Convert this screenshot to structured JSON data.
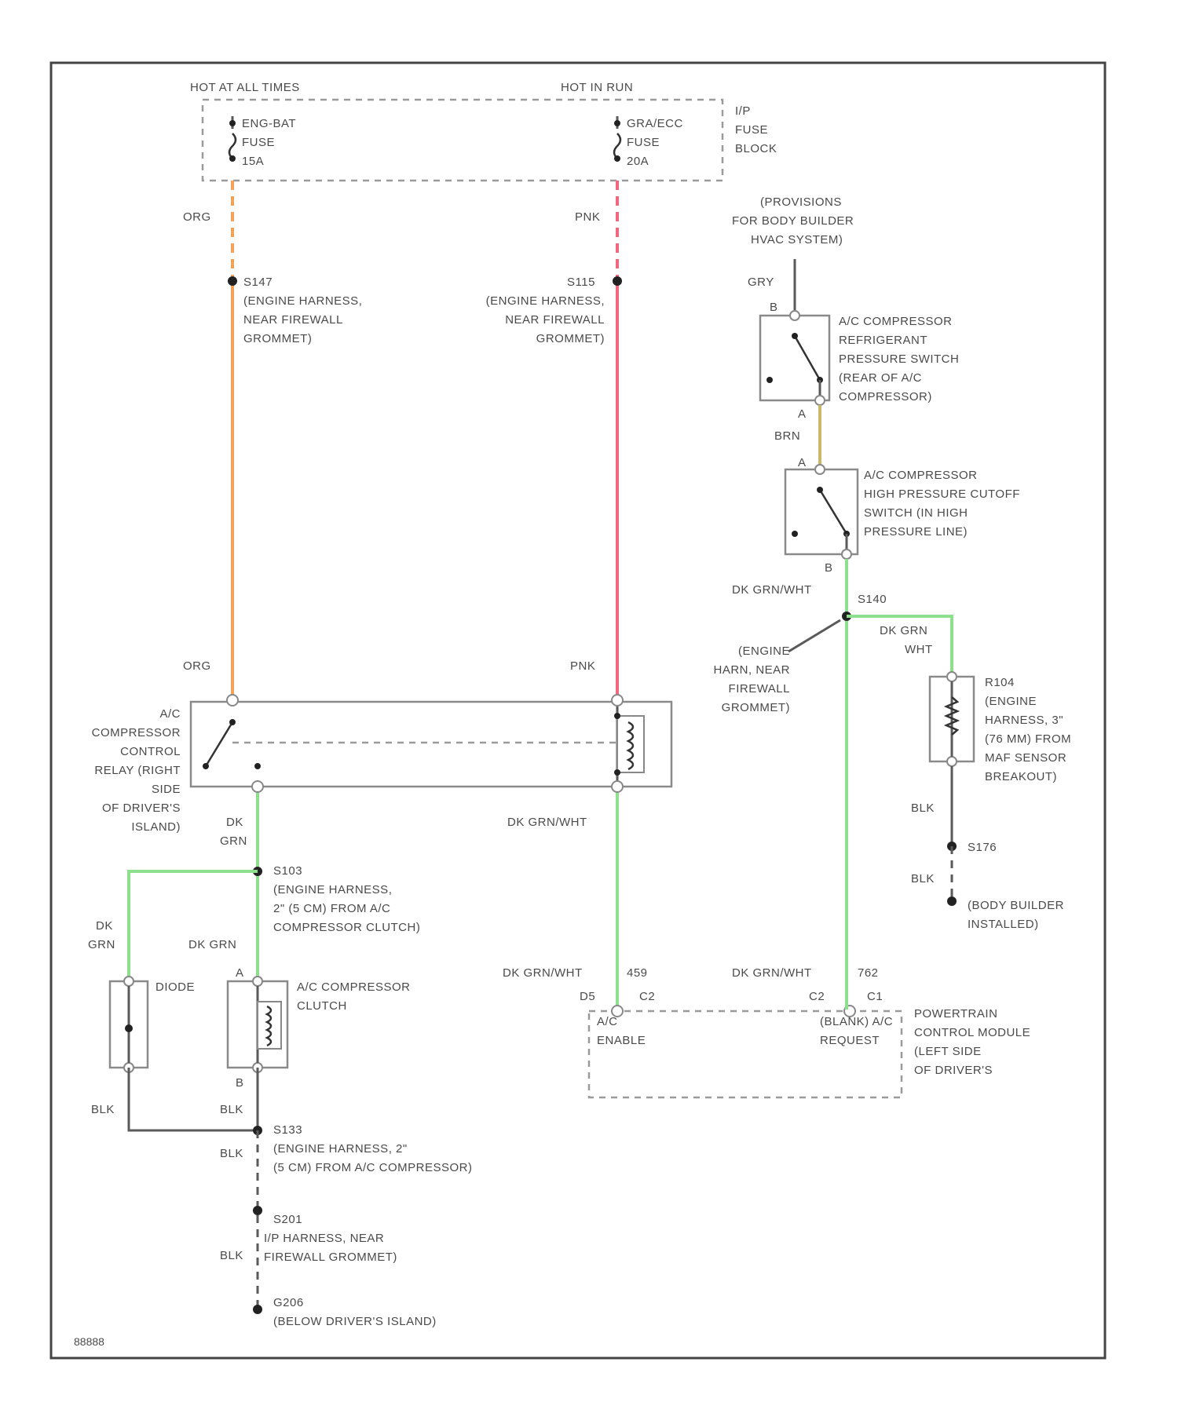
{
  "colors": {
    "org": "#f5a259",
    "pnk": "#f2667e",
    "grn": "#8ee08e",
    "brn": "#c9b86a",
    "blk": "#5a5a5a"
  },
  "fuse_block": {
    "hot_at_all_times": "HOT AT ALL TIMES",
    "hot_in_run": "HOT IN RUN",
    "fuse1": [
      "ENG-BAT",
      "FUSE",
      "15A"
    ],
    "fuse2": [
      "GRA/ECC",
      "FUSE",
      "20A"
    ],
    "block": [
      "I/P",
      "FUSE",
      "BLOCK"
    ]
  },
  "wires": {
    "org_top": "ORG",
    "pnk_top": "PNK",
    "org_bottom": "ORG",
    "pnk_bottom": "PNK",
    "gry": "GRY",
    "brn": "BRN",
    "dk_grn_wht_1": "DK GRN/WHT",
    "dk_grn_wht_2": "DK GRN/WHT",
    "dk_grn_wht_3": "DK GRN/WHT",
    "dk_grn_wht_4": "DK GRN/WHT",
    "dk_grn_wht_5": [
      "DK GRN",
      "WHT"
    ],
    "dk_grn_relay": [
      "DK",
      "GRN"
    ],
    "dk_grn_diode": [
      "DK",
      "GRN"
    ],
    "dk_grn_clutch": "DK GRN",
    "blk_1": "BLK",
    "blk_2": "BLK",
    "blk_3": "BLK",
    "blk_4": "BLK",
    "blk_5": "BLK",
    "blk_6": "BLK",
    "num_459": "459",
    "num_762": "762"
  },
  "splices": {
    "s147": [
      "S147",
      "(ENGINE HARNESS,",
      "NEAR FIREWALL",
      "GROMMET)"
    ],
    "s115": [
      "S115",
      "(ENGINE HARNESS,",
      "NEAR FIREWALL",
      "GROMMET)"
    ],
    "s140": "S140",
    "s140_desc": [
      "(ENGINE",
      "HARN, NEAR",
      "FIREWALL",
      "GROMMET)"
    ],
    "s103": [
      "S103",
      "(ENGINE HARNESS,",
      "2\" (5 CM) FROM A/C",
      "COMPRESSOR CLUTCH)"
    ],
    "s133": [
      "S133",
      "(ENGINE HARNESS, 2\"",
      "(5 CM) FROM A/C COMPRESSOR)"
    ],
    "s201": [
      "S201",
      "I/P HARNESS, NEAR",
      "FIREWALL GROMMET)"
    ],
    "s176": "S176"
  },
  "components": {
    "relay": [
      "A/C",
      "COMPRESSOR",
      "CONTROL",
      "RELAY (RIGHT",
      "SIDE",
      "OF DRIVER'S",
      "ISLAND)"
    ],
    "provision": [
      "(PROVISIONS",
      "FOR BODY BUILDER",
      "HVAC SYSTEM)"
    ],
    "pressure_switch": [
      "A/C COMPRESSOR",
      "REFRIGERANT",
      "PRESSURE SWITCH",
      "(REAR OF A/C",
      "COMPRESSOR)"
    ],
    "cutoff_switch": [
      "A/C COMPRESSOR",
      "HIGH PRESSURE CUTOFF",
      "SWITCH (IN HIGH",
      "PRESSURE LINE)"
    ],
    "r104": [
      "R104",
      "(ENGINE",
      "HARNESS, 3\"",
      "(76 MM) FROM",
      "MAF SENSOR",
      "BREAKOUT)"
    ],
    "body_builder": [
      "(BODY BUILDER",
      "INSTALLED)"
    ],
    "diode": "DIODE",
    "clutch": [
      "A/C COMPRESSOR",
      "CLUTCH"
    ],
    "pcm": [
      "POWERTRAIN",
      "CONTROL MODULE",
      "(LEFT SIDE",
      "OF DRIVER'S"
    ],
    "ac_enable": [
      "A/C",
      "ENABLE"
    ],
    "request": [
      "(BLANK) A/C",
      "REQUEST"
    ],
    "g206": [
      "G206",
      "(BELOW DRIVER'S ISLAND)"
    ]
  },
  "pins": {
    "b_press": "B",
    "a_press": "A",
    "a_cutoff": "A",
    "b_cutoff": "B",
    "a_clutch": "A",
    "b_clutch": "B",
    "d5": "D5",
    "c2_enable": "C2",
    "c2_req": "C2",
    "c1": "C1"
  },
  "diagram_id": "88888"
}
